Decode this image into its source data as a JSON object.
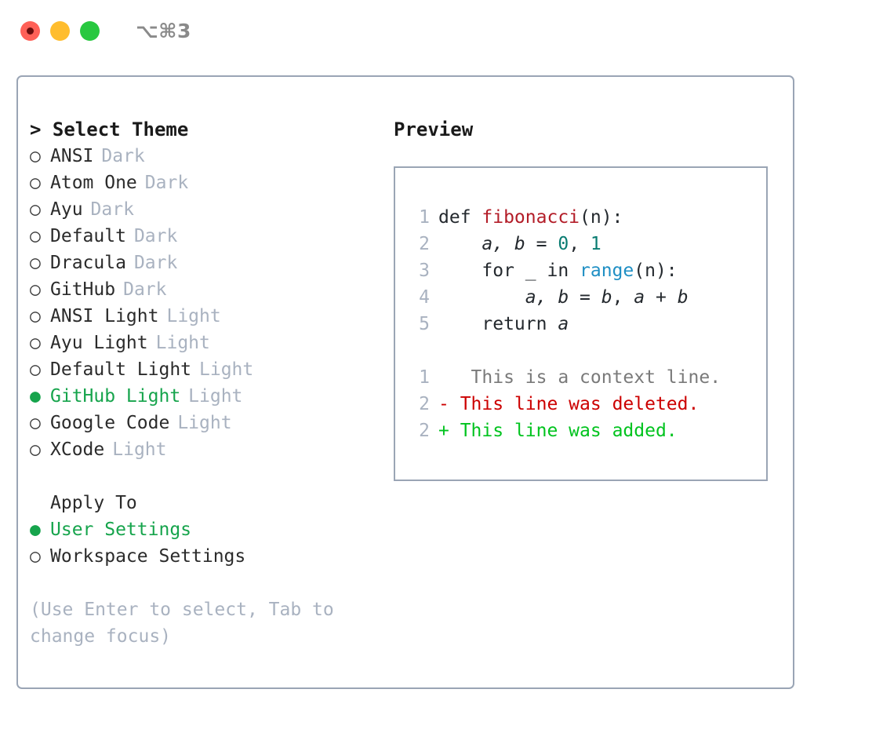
{
  "titlebar": {
    "shortcut": "⌥⌘3",
    "lights": [
      {
        "name": "close",
        "color": "#ff6057"
      },
      {
        "name": "minimize",
        "color": "#ffbd2e"
      },
      {
        "name": "maximize",
        "color": "#28c840"
      }
    ]
  },
  "theme_panel": {
    "header": "> Select Theme",
    "selected_marker": "●",
    "unselected_marker": "○",
    "items": [
      {
        "marker": "○",
        "label": "ANSI",
        "variant": "Dark",
        "selected": false
      },
      {
        "marker": "○",
        "label": "Atom One",
        "variant": "Dark",
        "selected": false
      },
      {
        "marker": "○",
        "label": "Ayu",
        "variant": "Dark",
        "selected": false
      },
      {
        "marker": "○",
        "label": "Default",
        "variant": "Dark",
        "selected": false
      },
      {
        "marker": "○",
        "label": "Dracula",
        "variant": "Dark",
        "selected": false
      },
      {
        "marker": "○",
        "label": "GitHub",
        "variant": "Dark",
        "selected": false
      },
      {
        "marker": "○",
        "label": "ANSI Light",
        "variant": "Light",
        "selected": false
      },
      {
        "marker": "○",
        "label": "Ayu Light",
        "variant": "Light",
        "selected": false
      },
      {
        "marker": "○",
        "label": "Default Light",
        "variant": "Light",
        "selected": false
      },
      {
        "marker": "●",
        "label": "GitHub Light",
        "variant": "Light",
        "selected": true
      },
      {
        "marker": "○",
        "label": "Google Code",
        "variant": "Light",
        "selected": false
      },
      {
        "marker": "○",
        "label": "XCode",
        "variant": "Light",
        "selected": false
      }
    ]
  },
  "apply_to": {
    "title": "Apply To",
    "items": [
      {
        "marker": "●",
        "label": "User Settings",
        "selected": true
      },
      {
        "marker": "○",
        "label": "Workspace Settings",
        "selected": false
      }
    ]
  },
  "hint": "(Use Enter to select, Tab to change focus)",
  "preview": {
    "title": "Preview",
    "code_lines": [
      {
        "lineno": "1",
        "tokens": [
          {
            "text": "def ",
            "type": "plain"
          },
          {
            "text": "fibonacci",
            "type": "fn"
          },
          {
            "text": "(n):",
            "type": "plain"
          }
        ]
      },
      {
        "lineno": "2",
        "tokens": [
          {
            "text": "    ",
            "type": "plain"
          },
          {
            "text": "a, b",
            "type": "var"
          },
          {
            "text": " = ",
            "type": "plain"
          },
          {
            "text": "0",
            "type": "num"
          },
          {
            "text": ", ",
            "type": "plain"
          },
          {
            "text": "1",
            "type": "num"
          }
        ]
      },
      {
        "lineno": "3",
        "tokens": [
          {
            "text": "    for _ in ",
            "type": "plain"
          },
          {
            "text": "range",
            "type": "call"
          },
          {
            "text": "(n):",
            "type": "plain"
          }
        ]
      },
      {
        "lineno": "4",
        "tokens": [
          {
            "text": "        ",
            "type": "plain"
          },
          {
            "text": "a, b",
            "type": "var"
          },
          {
            "text": " = ",
            "type": "plain"
          },
          {
            "text": "b",
            "type": "var"
          },
          {
            "text": ", ",
            "type": "plain"
          },
          {
            "text": "a",
            "type": "var"
          },
          {
            "text": " + ",
            "type": "plain"
          },
          {
            "text": "b",
            "type": "var"
          }
        ]
      },
      {
        "lineno": "5",
        "tokens": [
          {
            "text": "    return ",
            "type": "plain"
          },
          {
            "text": "a",
            "type": "var"
          }
        ]
      }
    ],
    "diff_lines": [
      {
        "lineno": "1",
        "sign": " ",
        "text": "  This is a context line.",
        "kind": "context"
      },
      {
        "lineno": "2",
        "sign": "-",
        "text": " This line was deleted.",
        "kind": "deleted"
      },
      {
        "lineno": "2",
        "sign": "+",
        "text": " This line was added.",
        "kind": "added"
      }
    ]
  },
  "colors": {
    "accent_green": "#16a44c",
    "muted": "#a9b2c0",
    "border": "#9aa5b5",
    "diff_add": "#00c31e",
    "diff_del": "#cc0000",
    "syntax_function": "#b31d28",
    "syntax_number": "#0a7c72",
    "syntax_call": "#1f8fc4"
  }
}
